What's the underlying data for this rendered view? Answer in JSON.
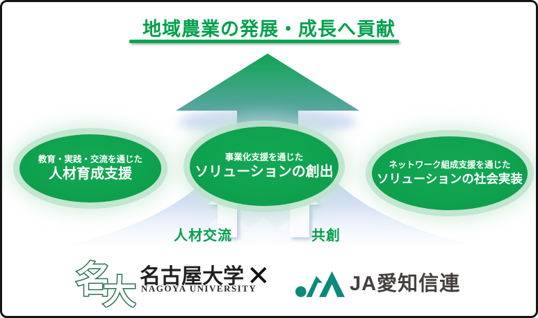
{
  "title": {
    "text": "地域農業の発展・成長へ貢献"
  },
  "ellipses": [
    {
      "name": "human-resource-development",
      "line1": "教育・実践・交流を通じた",
      "line2": "人材育成支援"
    },
    {
      "name": "solution-creation",
      "line1": "事業化支援を通じた",
      "line2": "ソリューションの創出"
    },
    {
      "name": "solution-social-implementation",
      "line1": "ネットワーク組成支援を通じた",
      "line2": "ソリューションの社会実装"
    }
  ],
  "flow_labels": {
    "left": "人材交流",
    "right": "共創"
  },
  "partners": {
    "university": {
      "name": "名古屋大学",
      "name_en": "NAGOYA UNIVERSITY",
      "emblem_glyph1": "名",
      "emblem_glyph2": "大"
    },
    "separator": "✕",
    "ja": {
      "name": "JA愛知信連"
    }
  },
  "colors": {
    "primary_green": "#0b9c4a",
    "title_green": "#00a14b",
    "arrow_gradient_top": "#0fa351",
    "arrow_gradient_bottom": "#93b8e5",
    "beam_blue": "#8aa8de",
    "ja_teal": "#0b8a7b",
    "logo_text_dark": "#221f1f"
  }
}
